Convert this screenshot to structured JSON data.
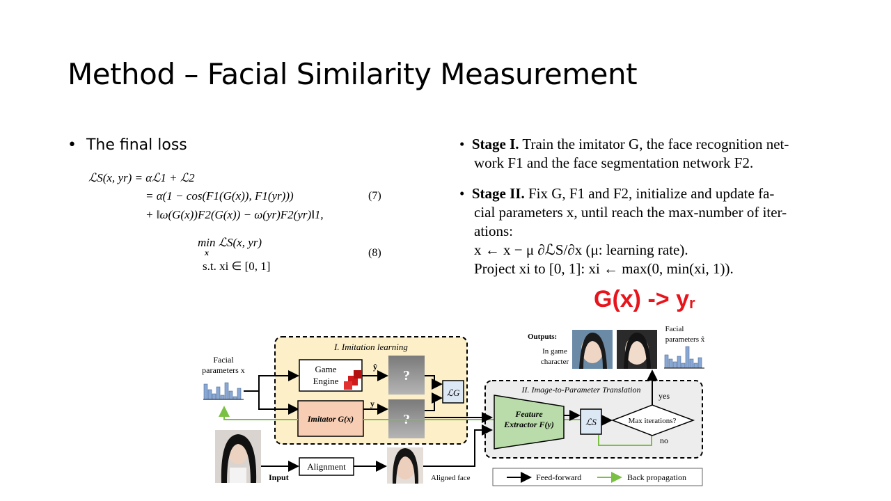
{
  "slide": {
    "title": "Method – Facial Similarity Measurement",
    "bullet": "The final loss"
  },
  "equations": {
    "eq7_line1": "ℒS(x, yr) = αℒ1 + ℒ2",
    "eq7_line2": "= α(1 − cos(F1(G(x)), F1(yr)))",
    "eq7_line3": "+ ‖ω(G(x))F2(G(x)) − ω(yr)F2(yr)‖1,",
    "eq7_number": "(7)",
    "eq8_line1": "min  ℒS(x, yr)",
    "eq8_sub": "x",
    "eq8_line2": "s.t.  xi ∈ [0, 1]",
    "eq8_number": "(8)"
  },
  "stages": {
    "stage1_label": "Stage I.",
    "stage1_line1": "Train the imitator G, the face recognition net-",
    "stage1_line2": "work F1 and the face segmentation network F2.",
    "stage2_label": "Stage II.",
    "stage2_line1": "Fix G, F1 and F2, initialize and update fa-",
    "stage2_line2": "cial parameters x, until reach the max-number of iter-",
    "stage2_line3": "ations:",
    "stage2_line4": "x ← x − μ ∂ℒS/∂x (μ: learning rate).",
    "stage2_line5": "Project xi to [0, 1]: xi ← max(0, min(xi, 1))."
  },
  "annotation": {
    "text": "G(x)  ->  y",
    "sub": "r"
  },
  "diagram": {
    "facial_params_label1": "Facial",
    "facial_params_label2": "parameters x",
    "imitation_title": "I. Imitation learning",
    "game_engine1": "Game",
    "game_engine2": "Engine",
    "y_hat": "ŷ",
    "y": "y",
    "question": "?",
    "loss_g": "ℒG",
    "imitator": "Imitator G(x)",
    "translation_title": "II. Image-to-Parameter Translation",
    "feature_extractor1": "Feature",
    "feature_extractor2": "Extractor F(y)",
    "loss_s": "ℒS",
    "max_iter": "Max iterations?",
    "yes": "yes",
    "no": "no",
    "outputs": "Outputs:",
    "in_game1": "In game",
    "in_game2": "character",
    "out_params1": "Facial",
    "out_params2": "parameters x̂",
    "input": "Input",
    "alignment": "Alignment",
    "aligned_face": "Aligned face",
    "legend_ff": "Feed-forward",
    "legend_bp": "Back propagation",
    "colors": {
      "imitation_bg": "#fdf0c8",
      "imitator_fill": "#f7cdb3",
      "feature_fill": "#b9dcaa",
      "loss_fill": "#dde8f5",
      "back_prop": "#7ac143",
      "bars": "#8aa8d4",
      "translation_bg": "#ededed",
      "annotation_red": "#e8141b"
    }
  }
}
